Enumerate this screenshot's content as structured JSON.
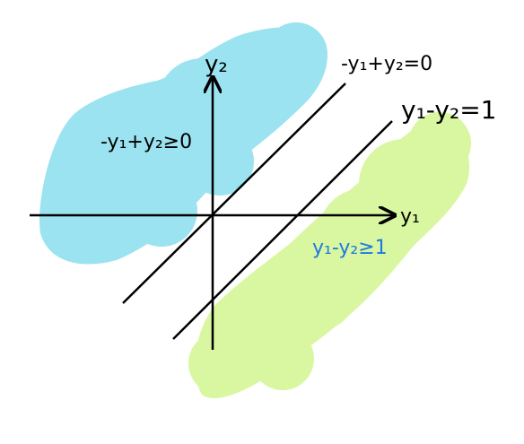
{
  "colors": {
    "background": "#ffffff",
    "blue_region": "#9be3f0",
    "green_region": "#d9f7a0",
    "ink": "#000000",
    "green_label": "#1f7ae0"
  },
  "labels": {
    "y2_axis": "y₂",
    "y1_axis": "y₁",
    "line_top": "-y₁+y₂=0",
    "line_bottom": "y₁-y₂=1",
    "region_blue": "-y₁+y₂≥0",
    "region_green": "y₁-y₂≥1"
  }
}
